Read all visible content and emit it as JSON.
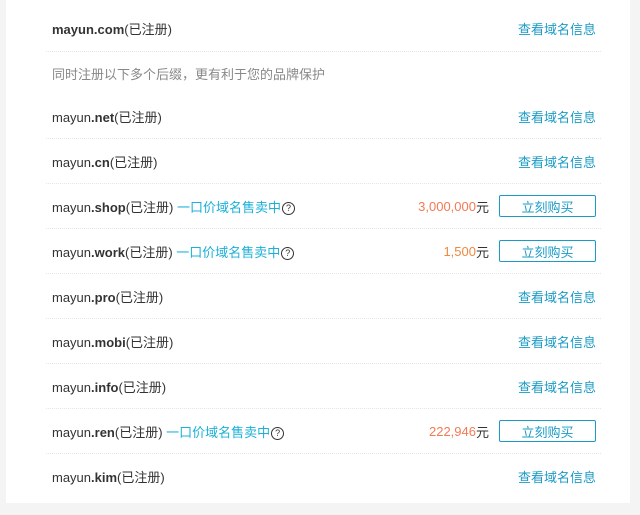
{
  "main": {
    "domain": {
      "name": "mayun",
      "tld": ".com",
      "status": "(已注册)"
    },
    "view_label": "查看域名信息"
  },
  "tagline": "同时注册以下多个后缀，更有利于您的品牌保护",
  "sale_label": "一口价域名售卖中",
  "help_icon": "?",
  "currency": "元",
  "buy_label": "立刻购买",
  "colors": {
    "link": "#1a9bc6",
    "sale": "#1ab0d8",
    "price": "#f0883e"
  },
  "rows": [
    {
      "name": "mayun",
      "tld": ".net",
      "status": "(已注册)",
      "action": "查看域名信息"
    },
    {
      "name": "mayun",
      "tld": ".cn",
      "status": "(已注册)",
      "action": "查看域名信息"
    },
    {
      "name": "mayun",
      "tld": ".shop",
      "status": "(已注册)",
      "price": "3,000,000"
    },
    {
      "name": "mayun",
      "tld": ".work",
      "status": "(已注册)",
      "price": "1,500"
    },
    {
      "name": "mayun",
      "tld": ".pro",
      "status": "(已注册)",
      "action": "查看域名信息"
    },
    {
      "name": "mayun",
      "tld": ".mobi",
      "status": "(已注册)",
      "action": "查看域名信息"
    },
    {
      "name": "mayun",
      "tld": ".info",
      "status": "(已注册)",
      "action": "查看域名信息"
    },
    {
      "name": "mayun",
      "tld": ".ren",
      "status": "(已注册)",
      "price": "222,946"
    },
    {
      "name": "mayun",
      "tld": ".kim",
      "status": "(已注册)",
      "action": "查看域名信息"
    }
  ]
}
